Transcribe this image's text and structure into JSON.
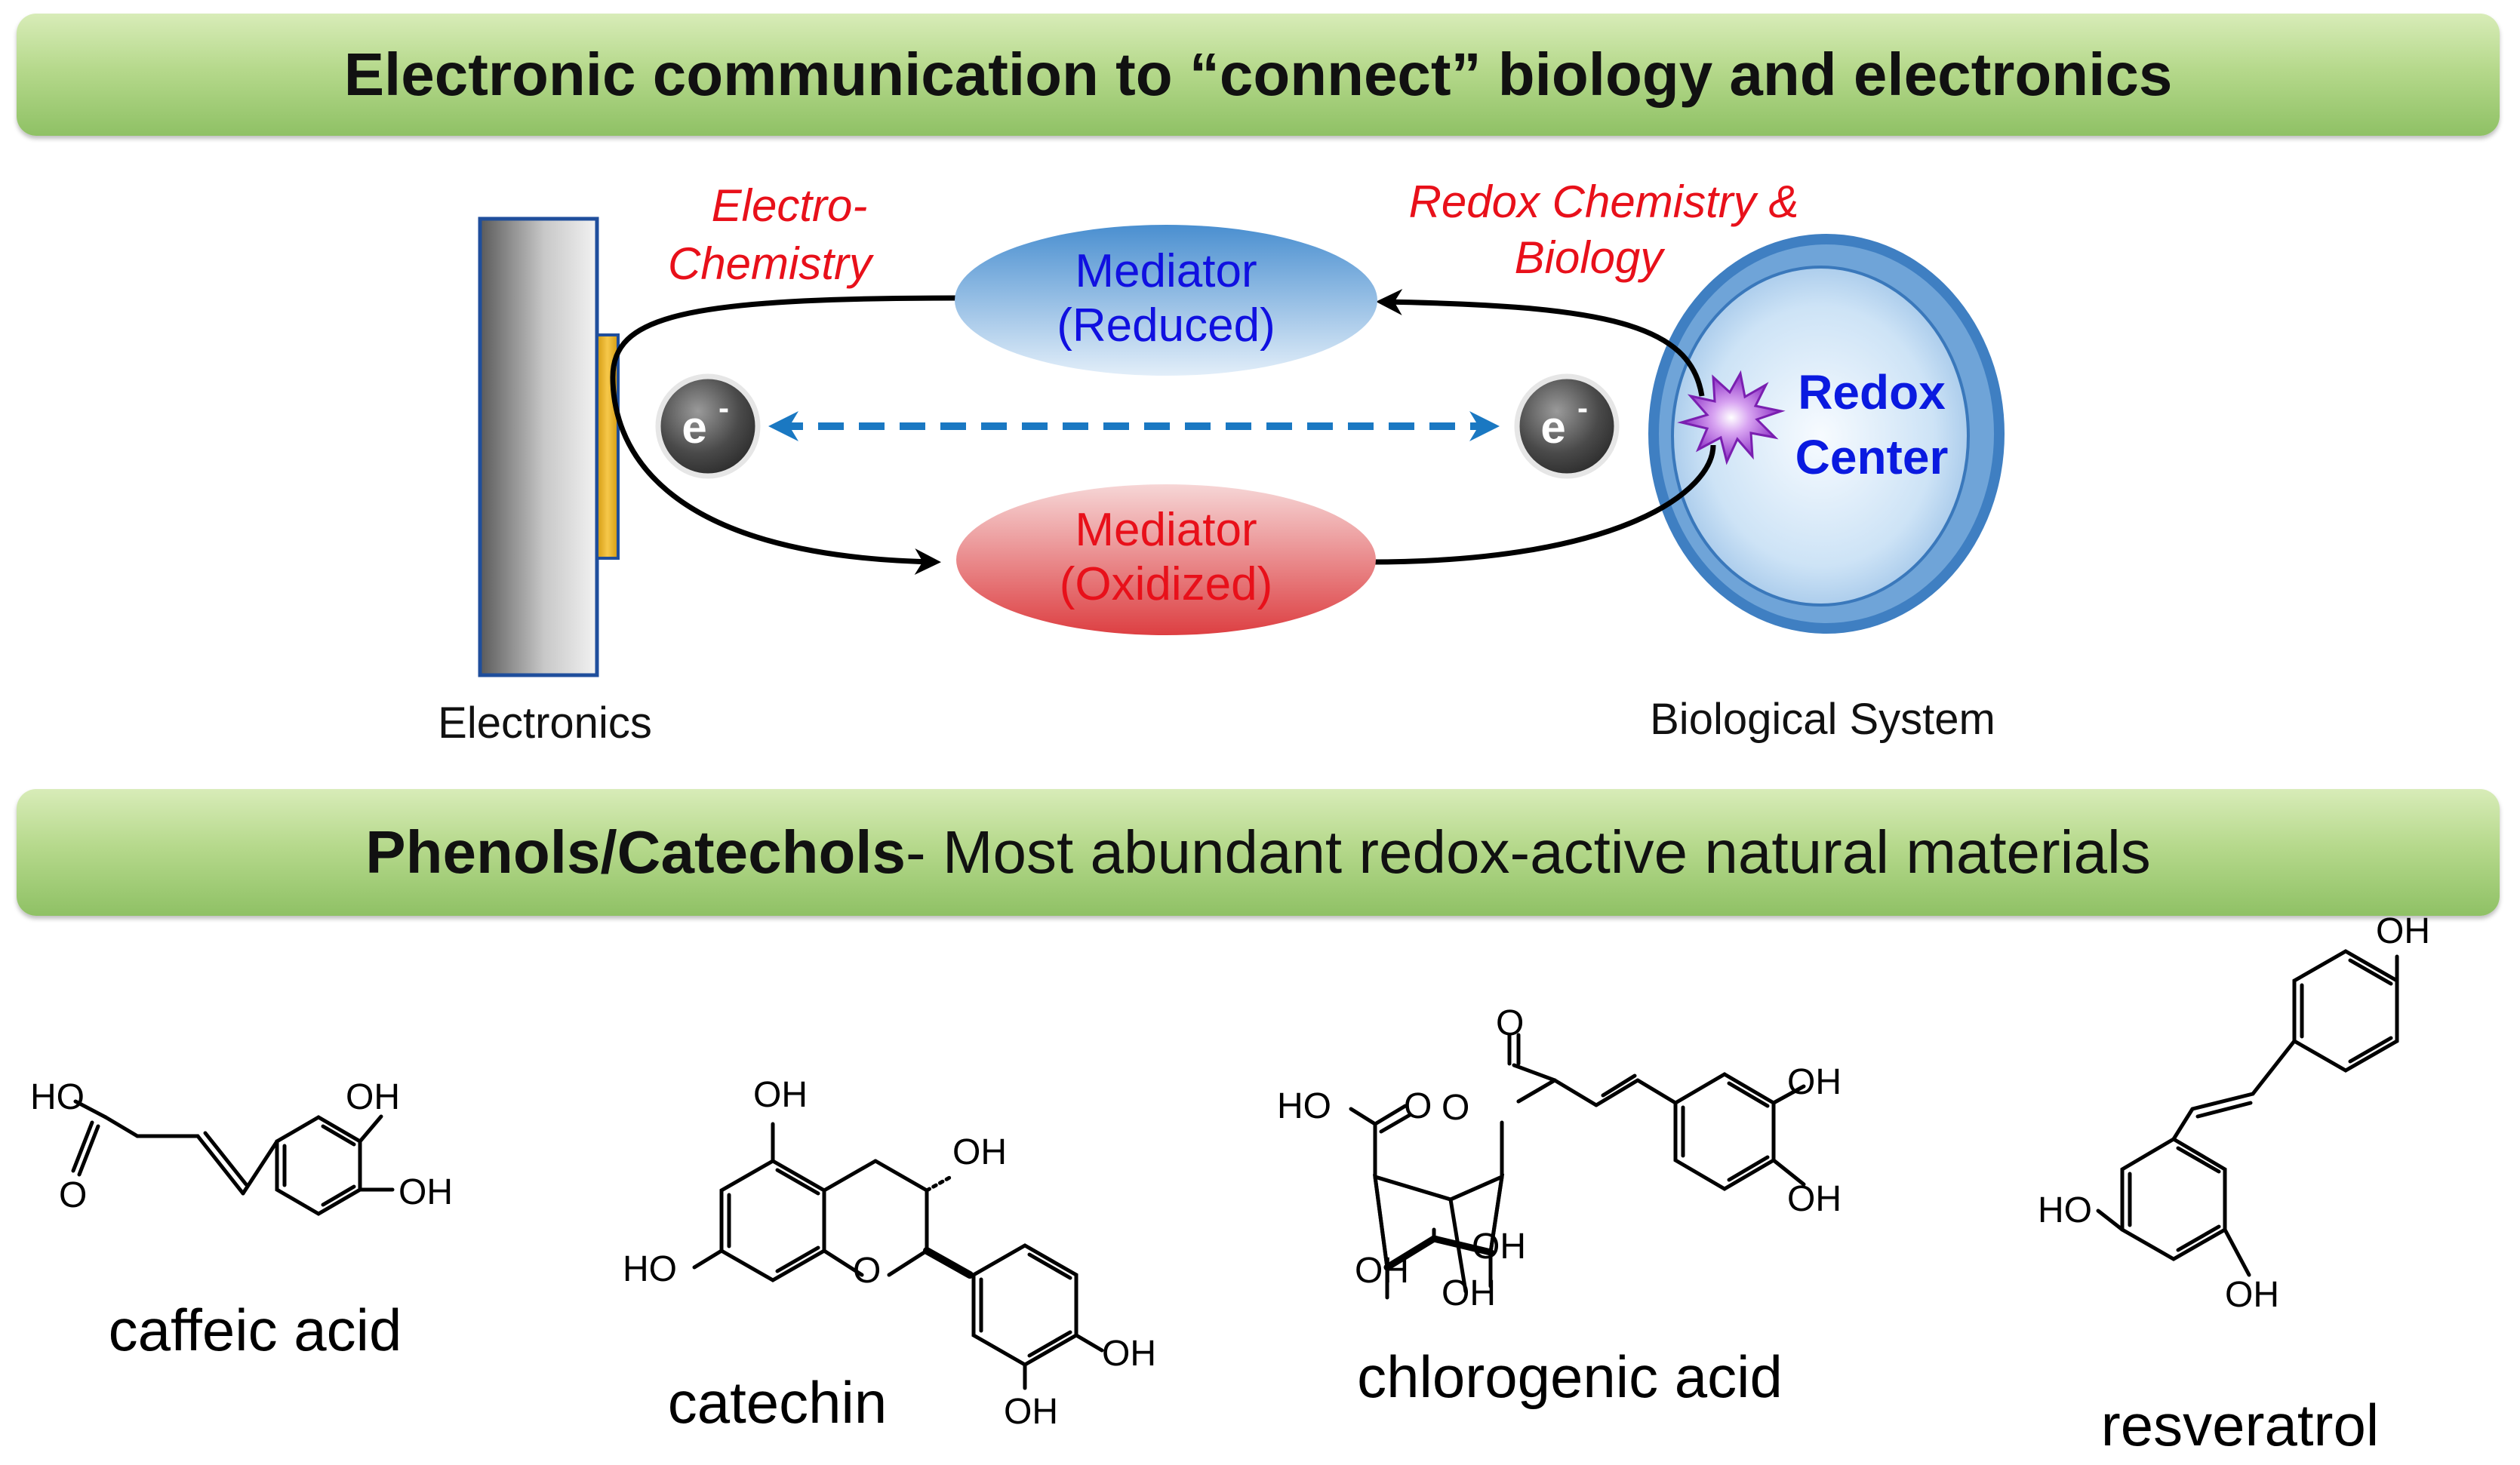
{
  "top_banner": {
    "title": "Electronic communication to “connect” biology and electronics"
  },
  "diagram": {
    "electrochem_line1": "Electro-",
    "electrochem_line2": "Chemistry",
    "redox_bio_line1": "Redox Chemistry &",
    "redox_bio_line2": "Biology",
    "mediator_reduced_line1": "Mediator",
    "mediator_reduced_line2": "(Reduced)",
    "mediator_oxidized_line1": "Mediator",
    "mediator_oxidized_line2": "(Oxidized)",
    "electron_symbol": "e",
    "electron_superscript": "-",
    "redox_center_line1": "Redox",
    "redox_center_line2": "Center",
    "electronics_label": "Electronics",
    "bio_system_label": "Biological System"
  },
  "bottom_banner": {
    "bold_part": "Phenols/Catechols",
    "normal_part": " - Most abundant redox-active natural materials"
  },
  "molecules": {
    "caffeic": {
      "name": "caffeic acid",
      "ho": "HO",
      "oh1": "OH",
      "oh2": "OH",
      "o": "O"
    },
    "catechin": {
      "name": "catechin",
      "oh_top": "OH",
      "oh_ring": "OH",
      "ho": "HO",
      "o": "O",
      "oh_r1": "OH",
      "oh_r2": "OH"
    },
    "chlorogenic": {
      "name": "chlorogenic acid",
      "o_top": "O",
      "ho": "HO",
      "o_acid": "O",
      "o_ester": "O",
      "oh_r1": "OH",
      "oh_r2": "OH",
      "oh_a": "OH",
      "oh_b": "OH",
      "oh_c": "OH"
    },
    "resveratrol": {
      "name": "resveratrol",
      "oh_top": "OH",
      "ho": "HO",
      "oh_bot": "OH"
    }
  },
  "colors": {
    "red_text": "#e8101a",
    "blue_text": "#1010e0",
    "dark_blue_text": "#0a1ae0",
    "arrow_blue": "#1a78c2"
  }
}
